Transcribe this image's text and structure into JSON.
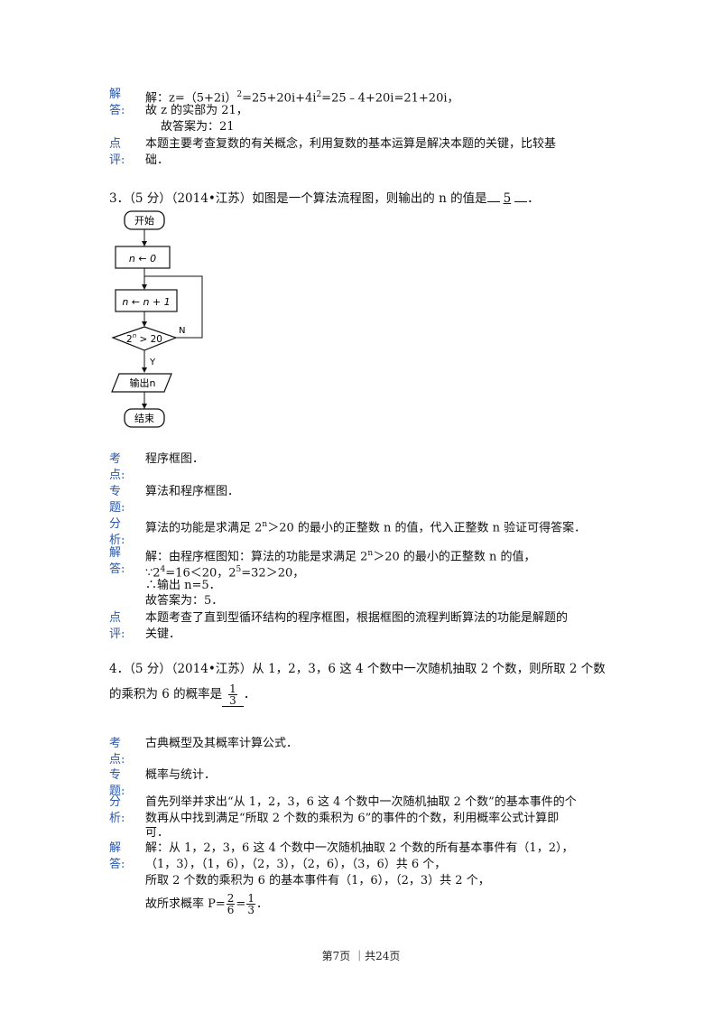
{
  "block_prev": {
    "jie_label": "解",
    "da_label": "答:",
    "dian_label": "点",
    "ping_label": "评:",
    "eq_line_pre": "解：z=（5+2i）",
    "eq_sup1": "2",
    "eq_mid": "=25+20i+4i",
    "eq_sup2": "2",
    "eq_post": "=25﹣4+20i=21+20i，",
    "line2": "故 z 的实部为 21，",
    "line3": "故答案为：21",
    "comment_l1": "本题主要考查复数的有关概念，利用复数的基本运算是解决本题的关键，比较基",
    "comment_l2": "础．"
  },
  "q3": {
    "stem_pre": "3．（5 分）（2014•江苏）如图是一个算法流程图，则输出的 n 的值是",
    "answer": "5",
    "stem_post": "．",
    "flow": {
      "start": "开始",
      "init": "n ← 0",
      "loop": "n ← n + 1",
      "cond": "2",
      "cond_sup": "n",
      "cond_rest": " > 20",
      "yes": "Y",
      "no": "N",
      "output": "输出n",
      "end": "结束"
    },
    "kaodian": [
      "考",
      "点:"
    ],
    "kaodian_text": "程序框图．",
    "zhuanti": [
      "专",
      "题:"
    ],
    "zhuanti_text": "算法和程序框图．",
    "fenxi": [
      "分",
      "析:"
    ],
    "fenxi_pre": "算法的功能是求满足 2",
    "fenxi_sup": "n",
    "fenxi_post": "＞20 的最小的正整数 n 的值，代入正整数 n 验证可得答案．",
    "jieda": [
      "解",
      "答:"
    ],
    "sol_l1_pre": "解：由程序框图知：算法的功能是求满足 2",
    "sol_l1_sup": "n",
    "sol_l1_post": "＞20 的最小的正整数 n 的值，",
    "sol_l2_a": "∵2",
    "sol_l2_s1": "4",
    "sol_l2_b": "=16＜20，2",
    "sol_l2_s2": "5",
    "sol_l2_c": "=32＞20，",
    "sol_l3": "∴输出 n=5．",
    "sol_l4": "故答案为：5．",
    "dianping": [
      "点",
      "评:"
    ],
    "comment_l1": "本题考查了直到型循环结构的程序框图，根据框图的流程判断算法的功能是解题的",
    "comment_l2": "关键．"
  },
  "q4": {
    "stem_l1": "4．（5 分）（2014•江苏）从 1，2，3，6 这 4 个数中一次随机抽取 2 个数，则所取 2 个数",
    "stem_l2_pre": "的乘积为 6 的概率是",
    "answer_num": "1",
    "answer_den": "3",
    "stem_l2_post": "．",
    "kaodian": [
      "考",
      "点:"
    ],
    "kaodian_text": "古典概型及其概率计算公式．",
    "zhuanti": [
      "专",
      "题:"
    ],
    "zhuanti_text": "概率与统计．",
    "fenxi": [
      "分",
      "析:"
    ],
    "fenxi_l1": "首先列举并求出“从 1，2，3，6 这 4 个数中一次随机抽取 2 个数”的基本事件的个",
    "fenxi_l2": "数再从中找到满足“所取 2 个数的乘积为 6”的事件的个数，利用概率公式计算即",
    "fenxi_l3": "可．",
    "jieda": [
      "解",
      "答:"
    ],
    "sol_l1": "解：从 1，2，3，6 这 4 个数中一次随机抽取 2 个数的所有基本事件有（1，2），",
    "sol_l2": "（1，3），（1，6），（2，3），（2，6），（3，6）共 6 个，",
    "sol_l3": "所取 2 个数的乘积为 6 的基本事件有（1，6），（2，3）共 2 个，",
    "sol_l4_pre": "故所求概率 P=",
    "f1_num": "2",
    "f1_den": "6",
    "f2_num": "1",
    "f2_den": "3",
    "sol_l4_post": "．"
  },
  "footer": {
    "text": "第7页 ｜共24页"
  }
}
